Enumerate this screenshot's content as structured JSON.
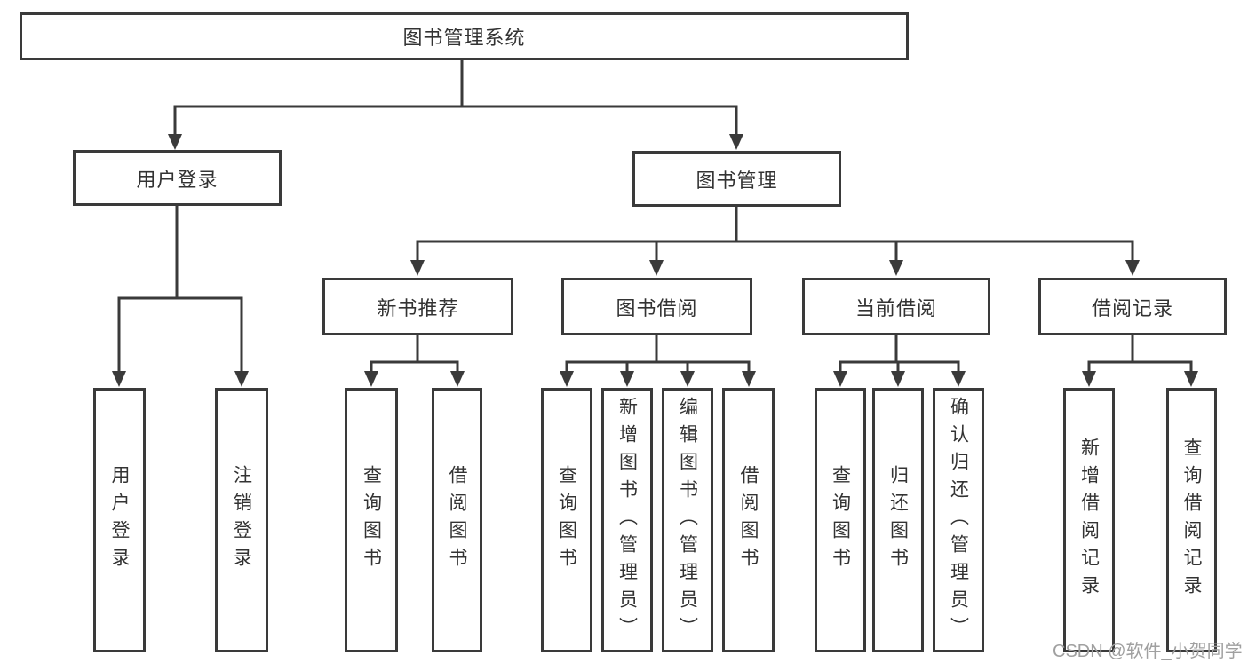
{
  "diagram": {
    "root": "图书管理系统",
    "branches": [
      {
        "label": "用户登录",
        "children": [
          "用户登录",
          "注销登录"
        ]
      },
      {
        "label": "图书管理",
        "sections": [
          {
            "label": "新书推荐",
            "children": [
              "查询图书",
              "借阅图书"
            ]
          },
          {
            "label": "图书借阅",
            "children": [
              "查询图书",
              "新增图书（管理员）",
              "编辑图书（管理员）",
              "借阅图书"
            ]
          },
          {
            "label": "当前借阅",
            "children": [
              "查询图书",
              "归还图书",
              "确认归还（管理员）"
            ]
          },
          {
            "label": "借阅记录",
            "children": [
              "新增借阅记录",
              "查询借阅记录"
            ]
          }
        ]
      }
    ]
  },
  "watermark": "CSDN @软件_小贺同学",
  "colors": {
    "line": "#3a3a3a",
    "text": "#333333",
    "background": "#ffffff",
    "watermark": "#a0a0a0"
  }
}
